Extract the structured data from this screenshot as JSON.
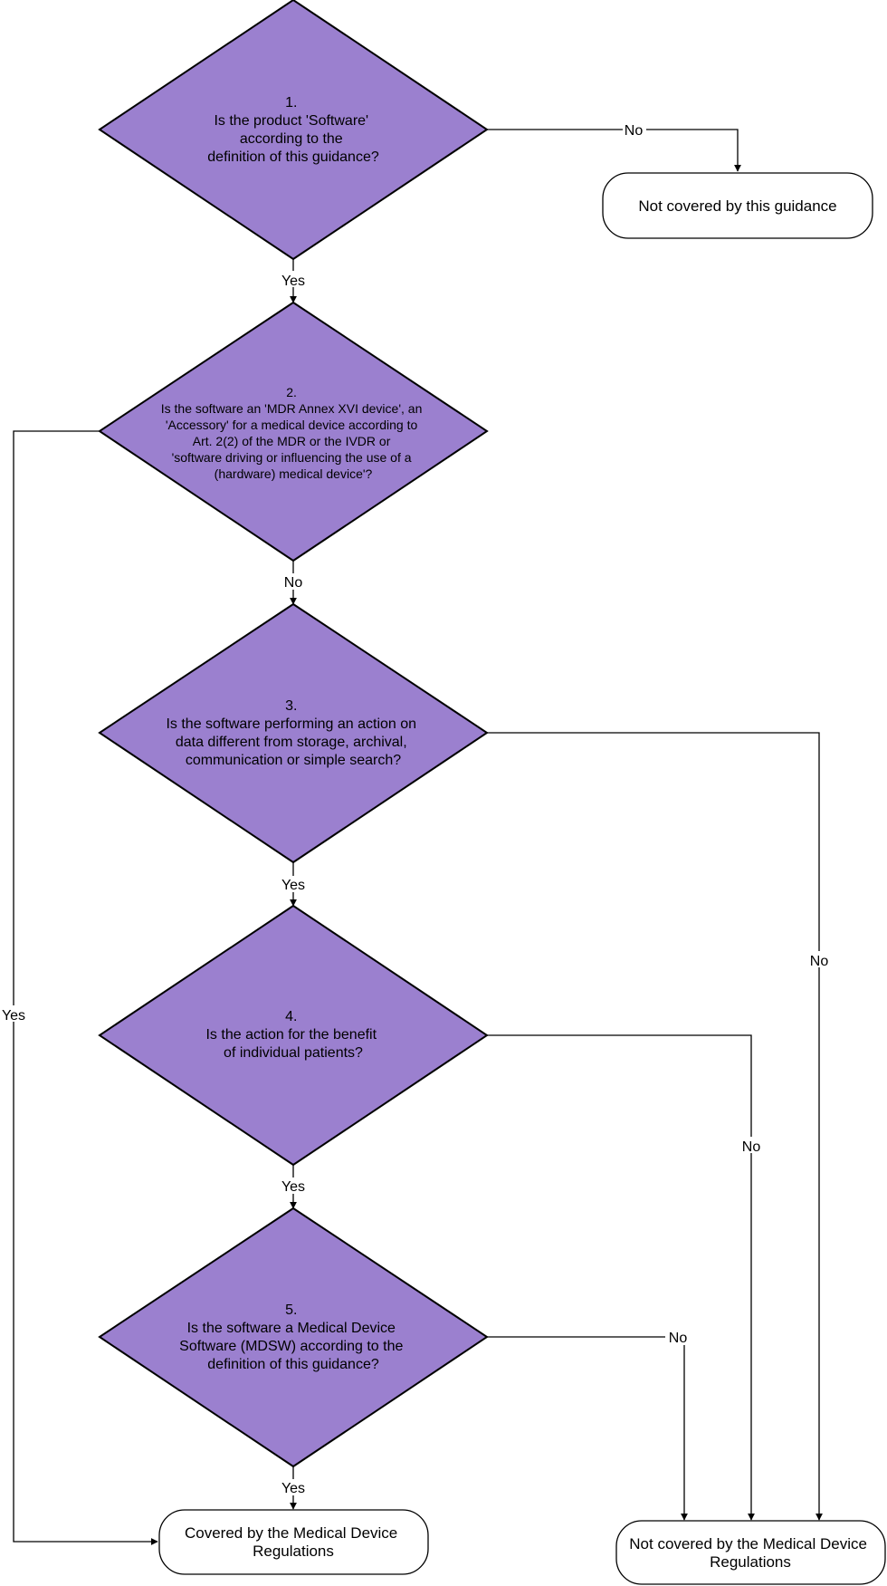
{
  "colors": {
    "decision_fill": "#9b80cf",
    "stroke": "#000000",
    "background": "#ffffff"
  },
  "decisions": [
    {
      "id": "q1",
      "lines": [
        "1.",
        "Is the product 'Software'",
        "according to the",
        "definition of this guidance?"
      ]
    },
    {
      "id": "q2",
      "lines": [
        "2.",
        "Is the software an 'MDR Annex XVI device', an",
        "'Accessory' for a medical device according to",
        "Art. 2(2) of the MDR or the IVDR or",
        "'software driving or influencing the use of a",
        "(hardware) medical device'?"
      ]
    },
    {
      "id": "q3",
      "lines": [
        "3.",
        "Is the software performing an action on",
        "data different from storage, archival,",
        "communication or simple search?"
      ]
    },
    {
      "id": "q4",
      "lines": [
        "4.",
        "Is the action for the benefit",
        "of individual patients?"
      ]
    },
    {
      "id": "q5",
      "lines": [
        "5.",
        "Is the software a Medical Device",
        "Software (MDSW) according to the",
        "definition of this guidance?"
      ]
    }
  ],
  "terminals": [
    {
      "id": "t-guidance",
      "lines": [
        "Not covered by this guidance"
      ]
    },
    {
      "id": "t-covered",
      "lines": [
        "Covered by the Medical Device",
        "Regulations"
      ]
    },
    {
      "id": "t-not-covered",
      "lines": [
        "Not covered by the Medical Device",
        "Regulations"
      ]
    }
  ],
  "edges": [
    {
      "id": "q1-no",
      "label": "No"
    },
    {
      "id": "q1-yes",
      "label": "Yes"
    },
    {
      "id": "q2-no",
      "label": "No"
    },
    {
      "id": "q2-yes",
      "label": "Yes"
    },
    {
      "id": "q3-yes",
      "label": "Yes"
    },
    {
      "id": "q3-no",
      "label": "No"
    },
    {
      "id": "q4-yes",
      "label": "Yes"
    },
    {
      "id": "q4-no",
      "label": "No"
    },
    {
      "id": "q5-yes",
      "label": "Yes"
    },
    {
      "id": "q5-no",
      "label": "No"
    }
  ]
}
